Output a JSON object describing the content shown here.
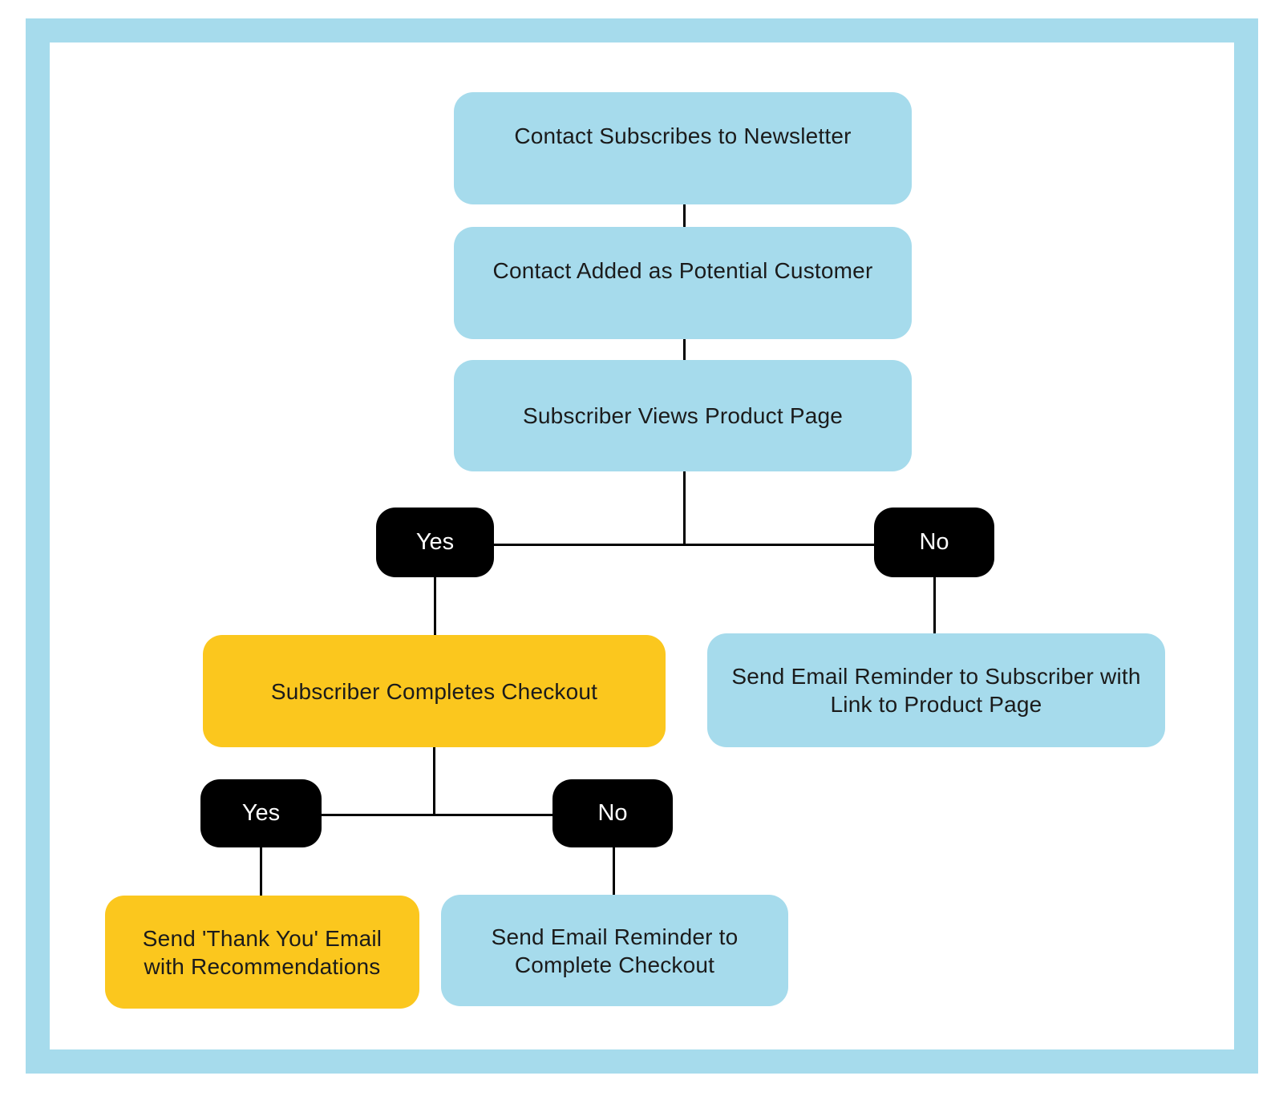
{
  "palette": {
    "frame_blue": "#a6dbec",
    "node_blue": "#a6dbec",
    "node_yellow": "#fbc71e",
    "node_black": "#000000",
    "text_dark": "#1b1b1b",
    "text_light": "#ffffff",
    "connector": "#000000",
    "background": "#ffffff"
  },
  "flowchart": {
    "node_subscribes": {
      "label": "Contact Subscribes to Newsletter"
    },
    "node_added": {
      "label": "Contact Added as Potential Customer"
    },
    "node_views_product": {
      "label": "Subscriber Views Product Page"
    },
    "branch_viewed": {
      "yes": "Yes",
      "no": "No"
    },
    "node_completes_checkout": {
      "label": "Subscriber Completes Checkout"
    },
    "node_email_product_link": {
      "lines": [
        "Send Email Reminder to Subscriber with",
        "Link to Product Page"
      ]
    },
    "branch_checkout": {
      "yes": "Yes",
      "no": "No"
    },
    "node_thank_you": {
      "lines": [
        "Send 'Thank You' Email",
        "with Recommendations"
      ]
    },
    "node_email_complete_checkout": {
      "lines": [
        "Send Email Reminder to",
        "Complete Checkout"
      ]
    }
  }
}
